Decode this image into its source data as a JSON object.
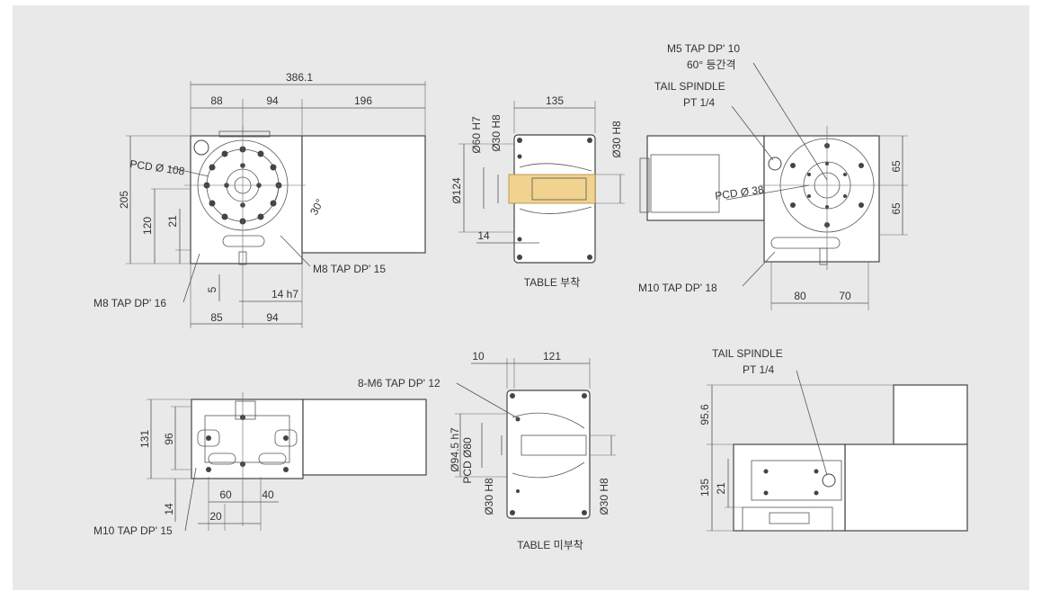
{
  "figure": {
    "panel_color": "#e9e9ea",
    "accent_color": "#f1d38f"
  },
  "front_view": {
    "dims": {
      "overall": "386.1",
      "w88": "88",
      "w94": "94",
      "w196": "196",
      "h205": "205",
      "h120": "120",
      "h21": "21",
      "h5": "5",
      "w85": "85",
      "w94b": "94",
      "shaft": "14 h7",
      "angle": "30°"
    },
    "labels": {
      "pcd": "PCD Ø 108",
      "tap_m8_15": "M8 TAP DP' 15",
      "tap_m8_16": "M8 TAP DP' 16"
    }
  },
  "table_view": {
    "dims": {
      "w135": "135",
      "d60": "Ø60 H7",
      "d30a": "Ø30 H8",
      "d30b": "Ø30 H8",
      "d124": "Ø124",
      "w14": "14"
    },
    "caption": "TABLE 부착"
  },
  "right_view": {
    "labels": {
      "tap_m5": "M5 TAP DP' 10",
      "equal_spacing": "60° 등간격",
      "tail_spindle": "TAIL SPINDLE",
      "pt": "PT 1/4",
      "pcd": "PCD Ø 38",
      "tap_m10_18": "M10 TAP DP' 18"
    },
    "dims": {
      "h65a": "65",
      "h65b": "65",
      "w80": "80",
      "w70": "70"
    }
  },
  "top_view": {
    "dims": {
      "h131": "131",
      "h96": "96",
      "h14": "14",
      "w60": "60",
      "w40": "40",
      "w20": "20"
    },
    "labels": {
      "tap_m10_15": "M10 TAP DP' 15"
    }
  },
  "no_table_view": {
    "dims": {
      "w10": "10",
      "w121": "121",
      "d945": "Ø94.5 h7",
      "d80": "PCD Ø80",
      "d30a": "Ø30 H8",
      "d30b": "Ø30 H8"
    },
    "labels": {
      "tap_m6": "8-M6 TAP DP' 12"
    },
    "caption": "TABLE 미부착"
  },
  "side_view": {
    "labels": {
      "tail_spindle": "TAIL SPINDLE",
      "pt": "PT 1/4"
    },
    "dims": {
      "h956": "95.6",
      "h135": "135",
      "h21": "21"
    }
  }
}
